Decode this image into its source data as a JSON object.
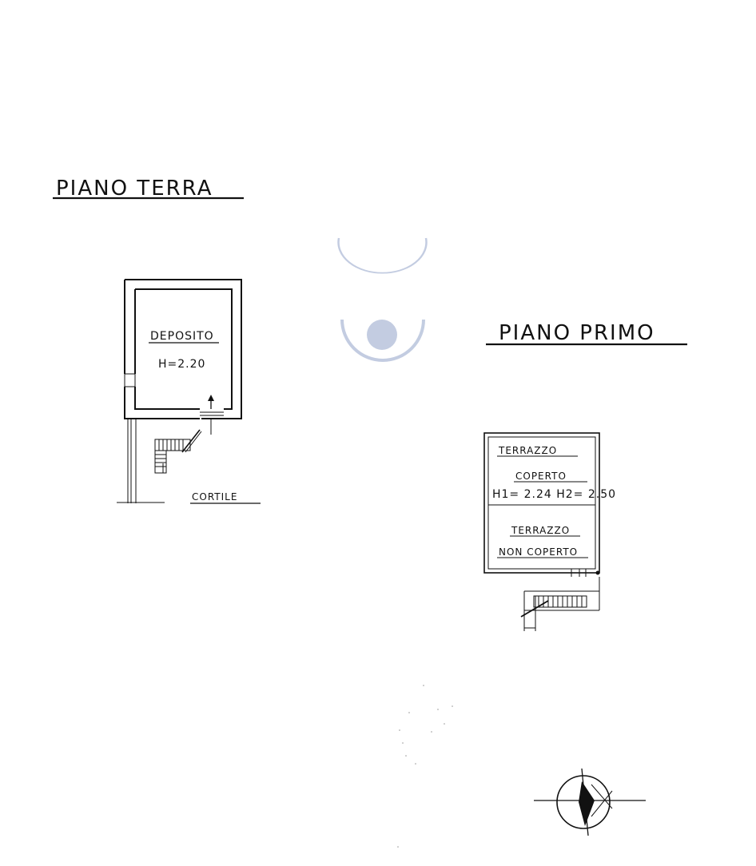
{
  "watermark": {
    "icon": "agency-logo-icon",
    "color": "#b9c4dc"
  },
  "ground_floor": {
    "title": "PIANO TERRA",
    "room_name": "DEPOSITO",
    "room_height": "H=2.20",
    "courtyard": "CORTILE"
  },
  "first_floor": {
    "title": "PIANO PRIMO",
    "covered_label_1": "TERRAZZO",
    "covered_label_2": "COPERTO",
    "heights": "H1= 2.24   H2= 2.50",
    "open_label_1": "TERRAZZO",
    "open_label_2": "NON COPERTO"
  },
  "compass": {
    "icon": "north-arrow-icon"
  }
}
